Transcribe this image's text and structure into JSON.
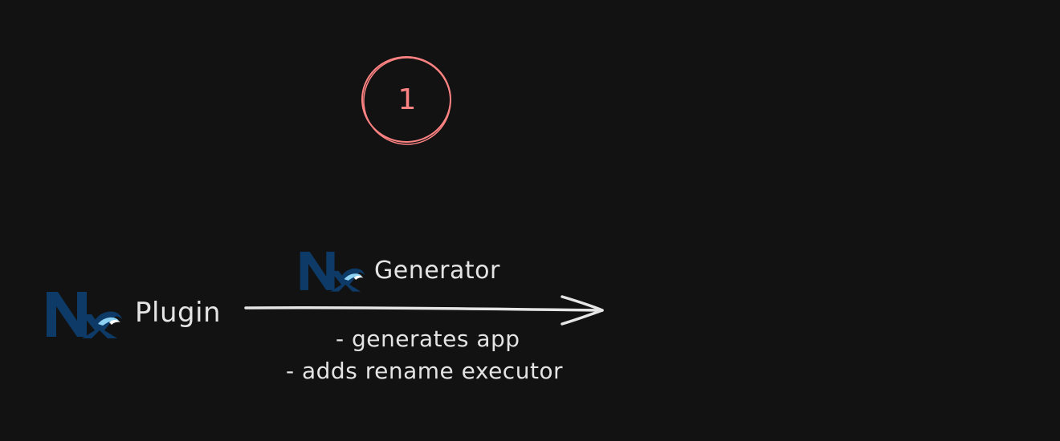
{
  "diagram": {
    "step": {
      "number": "1",
      "color": "#ff8383"
    },
    "source": {
      "label": "Plugin",
      "icon": "nx-logo-icon"
    },
    "edge": {
      "label": "Generator",
      "icon": "nx-logo-icon",
      "direction": "right",
      "descriptions": [
        "- generates app",
        "- adds rename executor"
      ]
    },
    "colors": {
      "background": "#121212",
      "text": "#e4e4e4",
      "logo": "#0d3a66",
      "logo_accent": "#8fd3f4"
    }
  }
}
